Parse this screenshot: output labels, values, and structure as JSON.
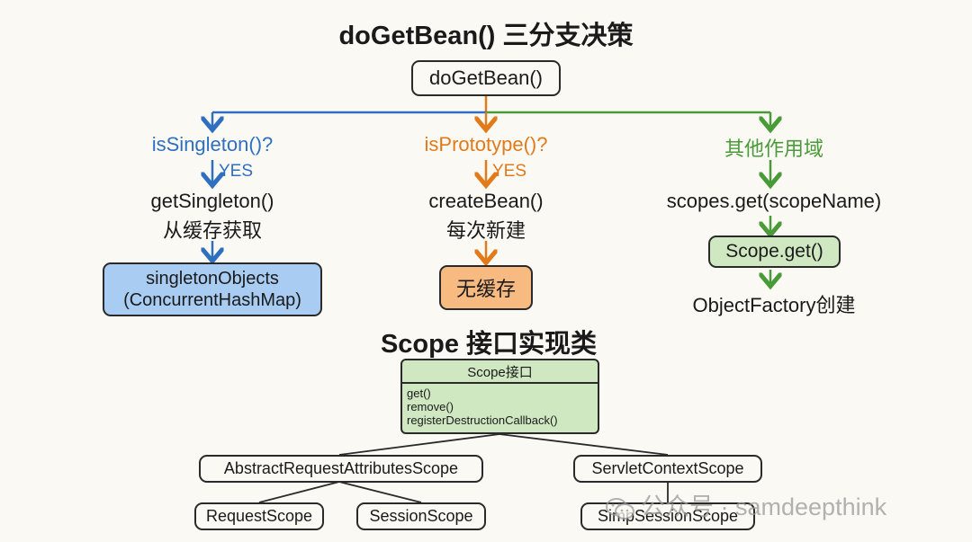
{
  "title": "doGetBean() 三分支决策",
  "root": "doGetBean()",
  "branches": {
    "singleton": {
      "condition": "isSingleton()?",
      "yes": "YES",
      "call": "getSingleton()",
      "desc": "从缓存获取",
      "box_line1": "singletonObjects",
      "box_line2": "(ConcurrentHashMap)"
    },
    "prototype": {
      "condition": "isPrototype()?",
      "yes": "YES",
      "call": "createBean()",
      "desc": "每次新建",
      "box": "无缓存"
    },
    "other": {
      "condition": "其他作用域",
      "call": "scopes.get(scopeName)",
      "box": "Scope.get()",
      "result": "ObjectFactory创建"
    }
  },
  "scope_section": {
    "title": "Scope 接口实现类",
    "interface": {
      "name": "Scope接口",
      "methods": [
        "get()",
        "remove()",
        "registerDestructionCallback()"
      ]
    },
    "impl_left": "AbstractRequestAttributesScope",
    "impl_right": "ServletContextScope",
    "children_left": [
      "RequestScope",
      "SessionScope"
    ],
    "child_right": "SimpSessionScope"
  },
  "watermark": "公众号 · samdeepthink",
  "colors": {
    "blue": "#2f6fc0",
    "orange": "#e07a1a",
    "green": "#4a9a3a",
    "blue_fill": "#a9cdf2",
    "orange_fill": "#f7bb82",
    "green_fill": "#cfe8c2"
  },
  "icons": [
    "wechat-icon"
  ]
}
